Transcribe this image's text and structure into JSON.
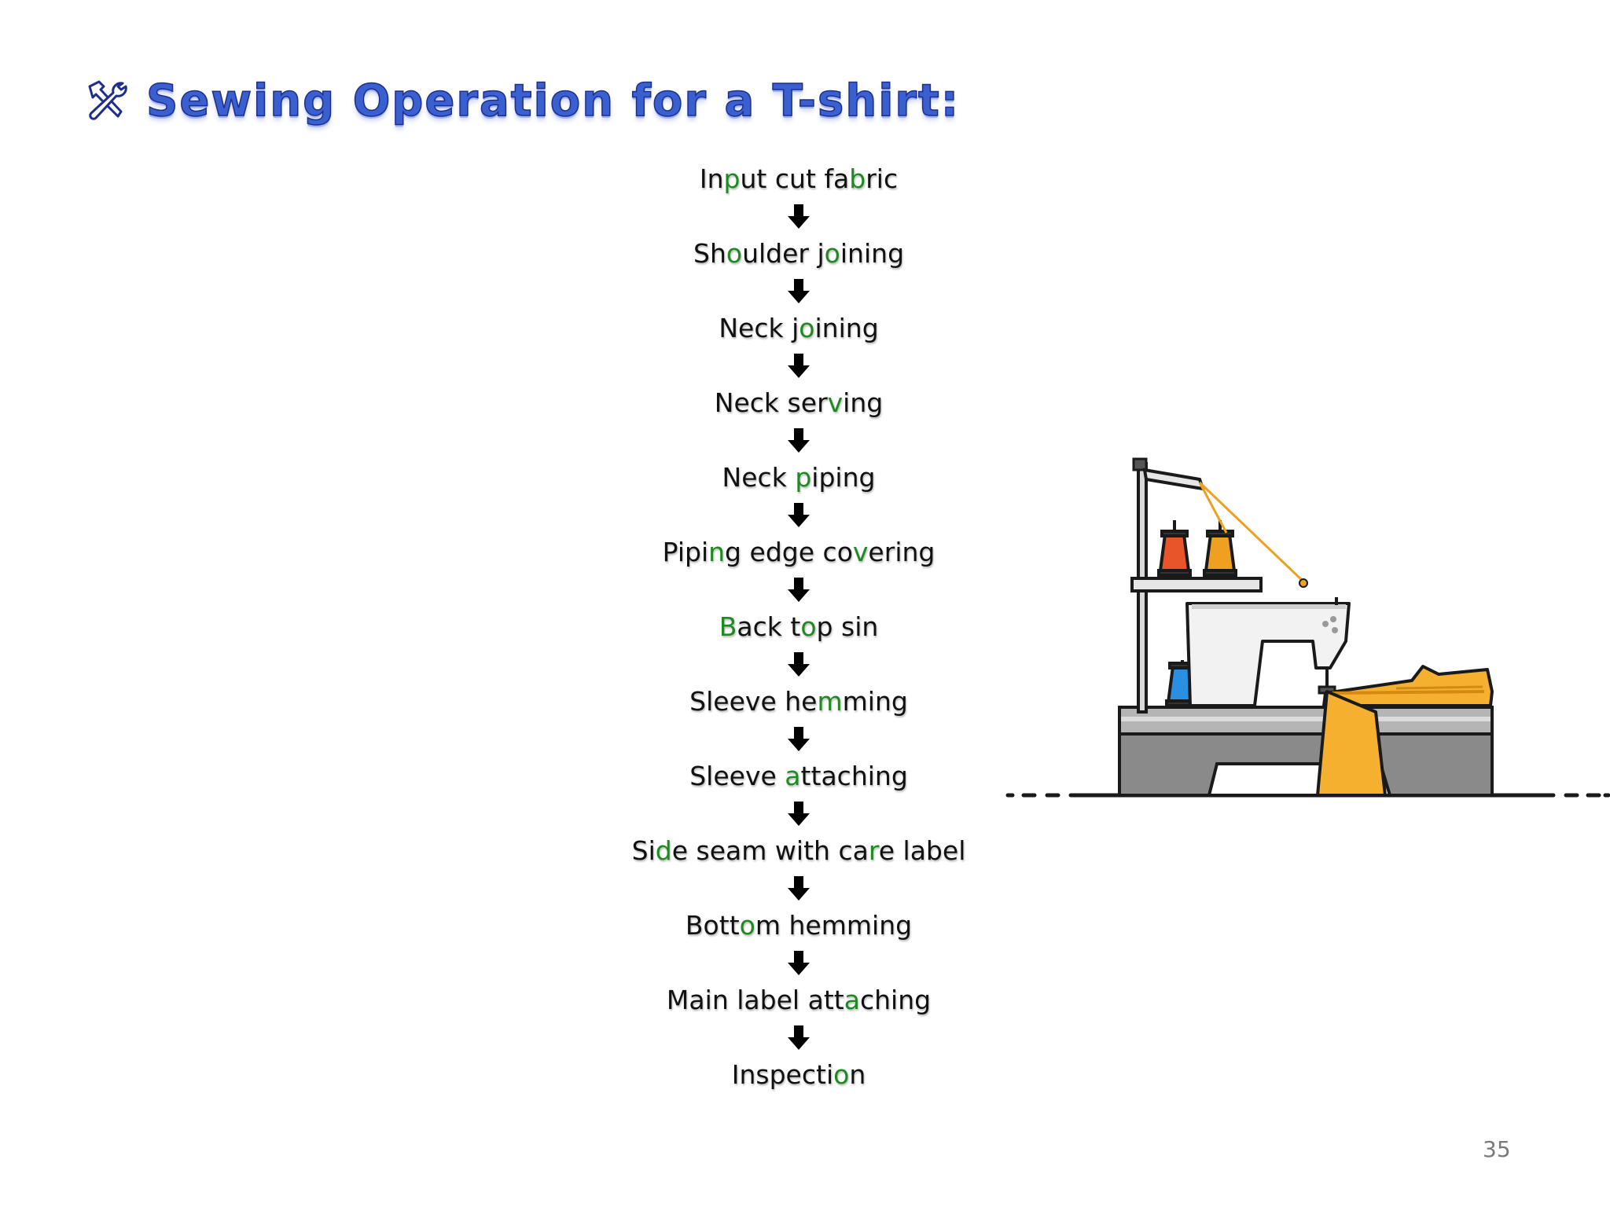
{
  "title": {
    "text": "Sewing Operation for a T-shirt:",
    "icon": "hammer-wrench-icon"
  },
  "steps": [
    {
      "label": "Input cut fabric",
      "highlight": [
        2,
        12
      ]
    },
    {
      "label": "Shoulder joining",
      "highlight": [
        2,
        10
      ]
    },
    {
      "label": "Neck joining",
      "highlight": [
        6
      ]
    },
    {
      "label": "Neck serving",
      "highlight": [
        8
      ]
    },
    {
      "label": "Neck piping",
      "highlight": [
        5
      ]
    },
    {
      "label": "Piping edge covering",
      "highlight": [
        4,
        14
      ]
    },
    {
      "label": "Back top sin",
      "highlight": [
        0,
        6
      ]
    },
    {
      "label": "Sleeve hemming",
      "highlight": [
        9
      ]
    },
    {
      "label": "Sleeve attaching",
      "highlight": [
        7
      ]
    },
    {
      "label": "Side seam with care label",
      "highlight": [
        2,
        17
      ]
    },
    {
      "label": "Bottom hemming",
      "highlight": [
        4
      ]
    },
    {
      "label": "Main label attaching",
      "highlight": [
        14
      ]
    },
    {
      "label": "Inspection",
      "highlight": [
        8
      ]
    }
  ],
  "colors": {
    "highlight": "#1f8a22",
    "text": "#111111",
    "title": "#3a5fcf",
    "arrow": "#000000"
  },
  "illustration": "sewing-machine-illustration",
  "page_number": "35"
}
